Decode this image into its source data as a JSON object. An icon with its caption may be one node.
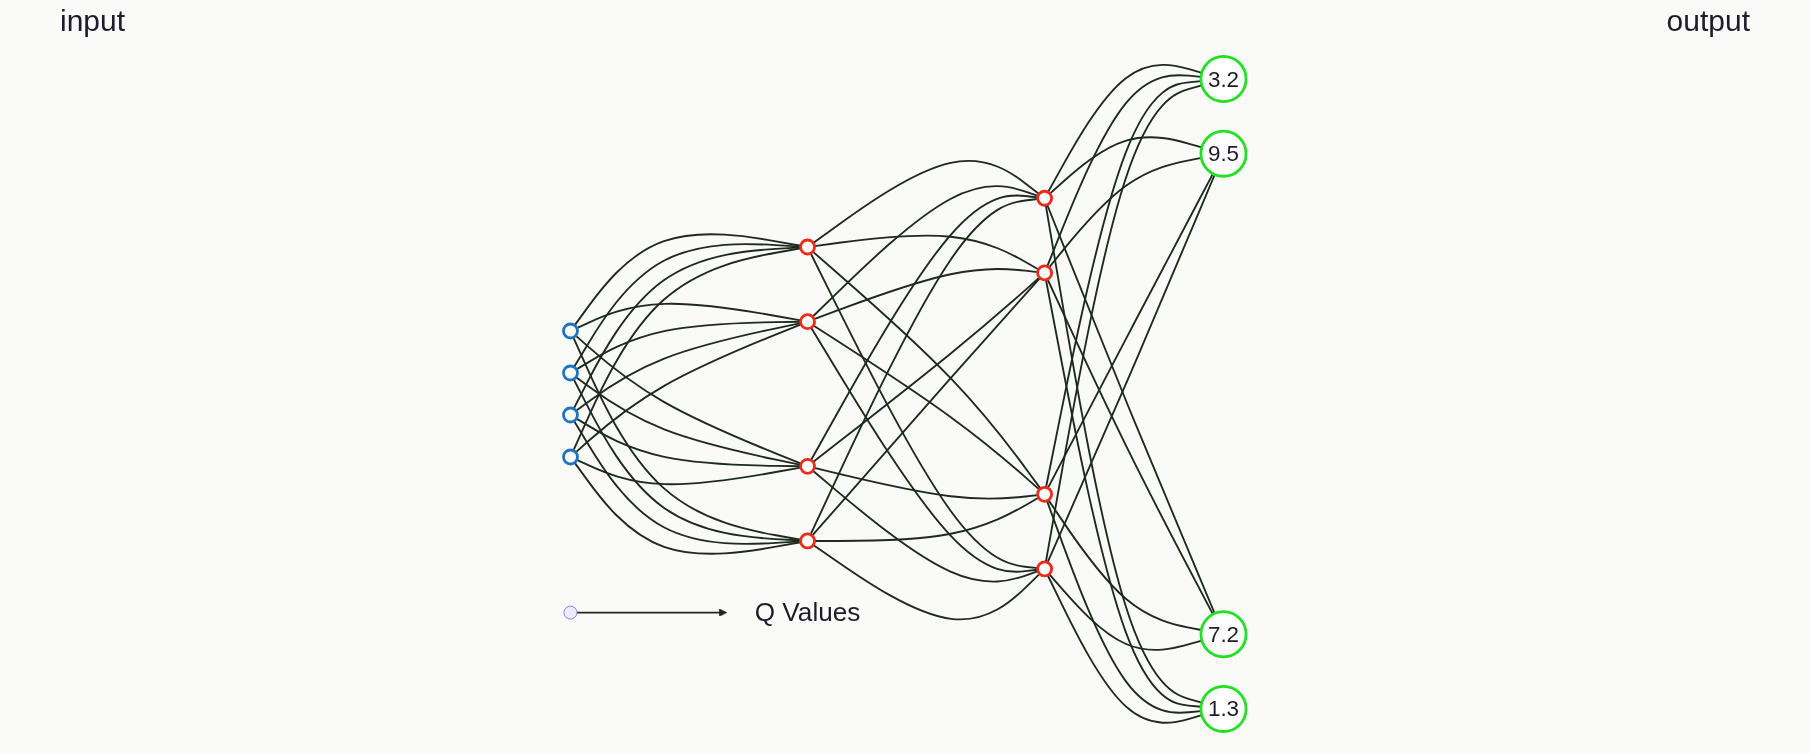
{
  "diagram": {
    "nodes": [
      {
        "text": [],
        "shape": "circle"
      },
      {
        "text": [],
        "shape": "circle"
      },
      {
        "text": [],
        "shape": "circle"
      },
      {
        "text": [],
        "shape": "circle"
      },
      {
        "text": [],
        "shape": "circle"
      },
      {
        "text": [],
        "shape": "circle"
      },
      {
        "text": [],
        "shape": "circle"
      },
      {
        "text": [],
        "shape": "circle"
      },
      {
        "text": [],
        "shape": "circle"
      },
      {
        "text": [],
        "shape": "circle"
      },
      {
        "text": [],
        "shape": "circle"
      },
      {
        "text": [],
        "shape": "circle"
      },
      {
        "text": [
          "3.2"
        ]
      },
      {
        "text": [
          "9.5"
        ]
      },
      {
        "text": [
          "7.2"
        ]
      },
      {
        "text": [
          "1.3"
        ]
      },
      {
        "text": [
          "Q Values"
        ]
      }
    ],
    "edges": [
      {
        "from": 0,
        "to": 4,
        "arrow": "none"
      },
      {
        "from": 0,
        "to": 5,
        "arrow": "none"
      },
      {
        "from": 0,
        "to": 6,
        "arrow": "none"
      },
      {
        "from": 0,
        "to": 7,
        "arrow": "none"
      },
      {
        "from": 1,
        "to": 4,
        "arrow": "none"
      },
      {
        "from": 1,
        "to": 5,
        "arrow": "none"
      },
      {
        "from": 1,
        "to": 6,
        "arrow": "none"
      },
      {
        "from": 1,
        "to": 7,
        "arrow": "none"
      },
      {
        "from": 2,
        "to": 4,
        "arrow": "none"
      },
      {
        "from": 2,
        "to": 5,
        "arrow": "none"
      },
      {
        "from": 2,
        "to": 6,
        "arrow": "none"
      },
      {
        "from": 2,
        "to": 7,
        "arrow": "none"
      },
      {
        "from": 3,
        "to": 4,
        "arrow": "none"
      },
      {
        "from": 3,
        "to": 5,
        "arrow": "none"
      },
      {
        "from": 3,
        "to": 6,
        "arrow": "none"
      },
      {
        "from": 3,
        "to": 7,
        "arrow": "none"
      },
      {
        "from": 4,
        "to": 8,
        "arrow": "none"
      },
      {
        "from": 4,
        "to": 9,
        "arrow": "none"
      },
      {
        "from": 4,
        "to": 10,
        "arrow": "none"
      },
      {
        "from": 4,
        "to": 11,
        "arrow": "none"
      },
      {
        "from": 5,
        "to": 8,
        "arrow": "none"
      },
      {
        "from": 5,
        "to": 9,
        "arrow": "none"
      },
      {
        "from": 5,
        "to": 10,
        "arrow": "none"
      },
      {
        "from": 5,
        "to": 11,
        "arrow": "none"
      },
      {
        "from": 6,
        "to": 8,
        "arrow": "none"
      },
      {
        "from": 6,
        "to": 9,
        "arrow": "none"
      },
      {
        "from": 6,
        "to": 10,
        "arrow": "none"
      },
      {
        "from": 6,
        "to": 11,
        "arrow": "none"
      },
      {
        "from": 7,
        "to": 8,
        "arrow": "none"
      },
      {
        "from": 7,
        "to": 9,
        "arrow": "none"
      },
      {
        "from": 7,
        "to": 10,
        "arrow": "none"
      },
      {
        "from": 7,
        "to": 11,
        "arrow": "none"
      },
      {
        "from": 8,
        "to": 12,
        "arrow": "none"
      },
      {
        "from": 8,
        "to": 13,
        "arrow": "none"
      },
      {
        "from": 8,
        "to": 14,
        "arrow": "none"
      },
      {
        "from": 8,
        "to": 15,
        "arrow": "none"
      },
      {
        "from": 9,
        "to": 12,
        "arrow": "none"
      },
      {
        "from": 9,
        "to": 13,
        "arrow": "none"
      },
      {
        "from": 9,
        "to": 14,
        "arrow": "none"
      },
      {
        "from": 9,
        "to": 15,
        "arrow": "none"
      },
      {
        "from": 10,
        "to": 12,
        "arrow": "none"
      },
      {
        "from": 10,
        "to": 13,
        "arrow": "none"
      },
      {
        "from": 10,
        "to": 14,
        "arrow": "none"
      },
      {
        "from": 10,
        "to": 15,
        "arrow": "none"
      },
      {
        "from": 11,
        "to": 12,
        "arrow": "none"
      },
      {
        "from": 11,
        "to": 13,
        "arrow": "none"
      },
      {
        "from": 11,
        "to": 14,
        "arrow": "none"
      },
      {
        "from": 11,
        "to": 15,
        "arrow": "none"
      },
      {
        "from": null,
        "to": 16,
        "arrow": "to"
      }
    ],
    "labels": [
      "input",
      "output"
    ]
  }
}
